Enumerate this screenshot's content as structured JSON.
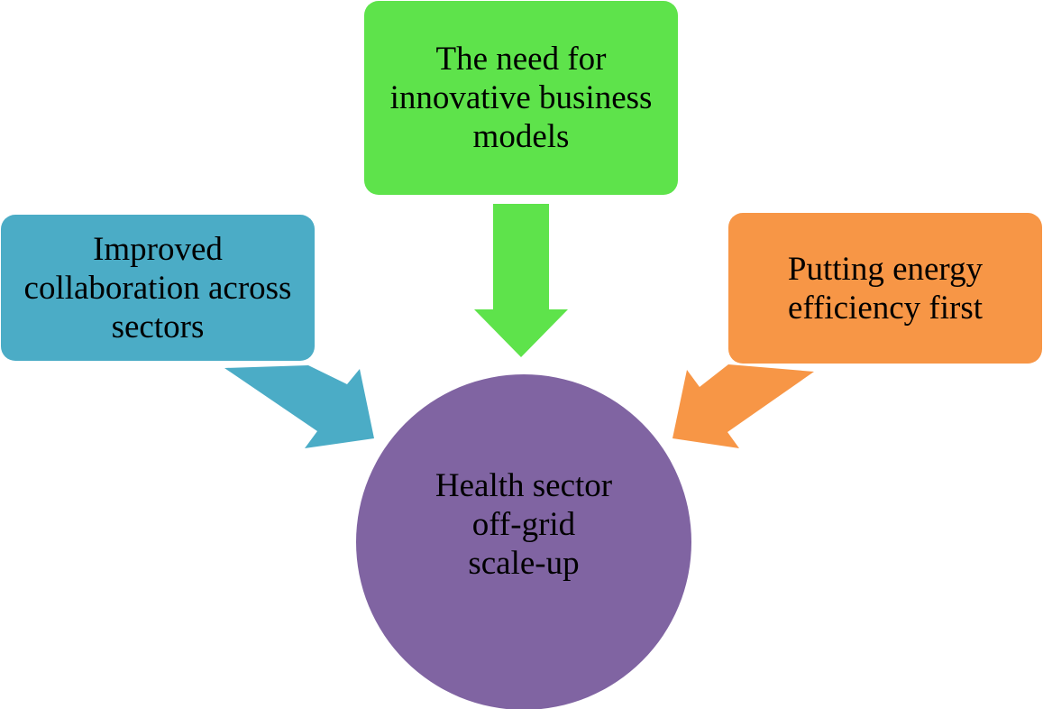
{
  "diagram": {
    "center": {
      "label": "Health sector\noff-grid\nscale-up",
      "color": "#8064A2"
    },
    "drivers": [
      {
        "id": "top",
        "label": "The need for\ninnovative business\nmodels",
        "color": "#5EE34B"
      },
      {
        "id": "left",
        "label": "Improved\ncollaboration across\nsectors",
        "color": "#4BACC6"
      },
      {
        "id": "right",
        "label": "Putting energy\nefficiency first",
        "color": "#F79646"
      }
    ]
  }
}
